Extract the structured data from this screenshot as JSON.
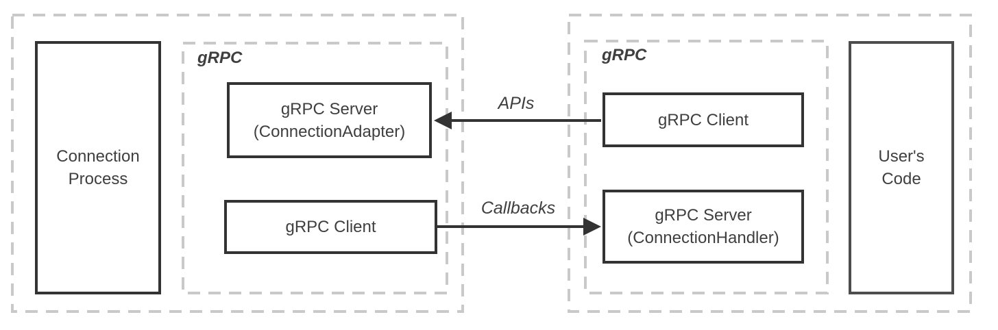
{
  "diagram": {
    "left_section": {
      "process_box_line1": "Connection",
      "process_box_line2": "Process",
      "grpc_container_label": "gRPC",
      "server_box_line1": "gRPC Server",
      "server_box_line2": "(ConnectionAdapter)",
      "client_box_label": "gRPC Client"
    },
    "right_section": {
      "grpc_container_label": "gRPC",
      "client_box_label": "gRPC Client",
      "server_box_line1": "gRPC Server",
      "server_box_line2": "(ConnectionHandler)",
      "user_code_box_line1": "User's",
      "user_code_box_line2": "Code"
    },
    "arrows": {
      "apis_label": "APIs",
      "callbacks_label": "Callbacks"
    },
    "colors": {
      "box_border": "#333333",
      "user_code_border": "#4d4d4d",
      "dashed_border": "#c9c9c9",
      "text": "#3f3f3f",
      "arrow": "#333333"
    }
  }
}
